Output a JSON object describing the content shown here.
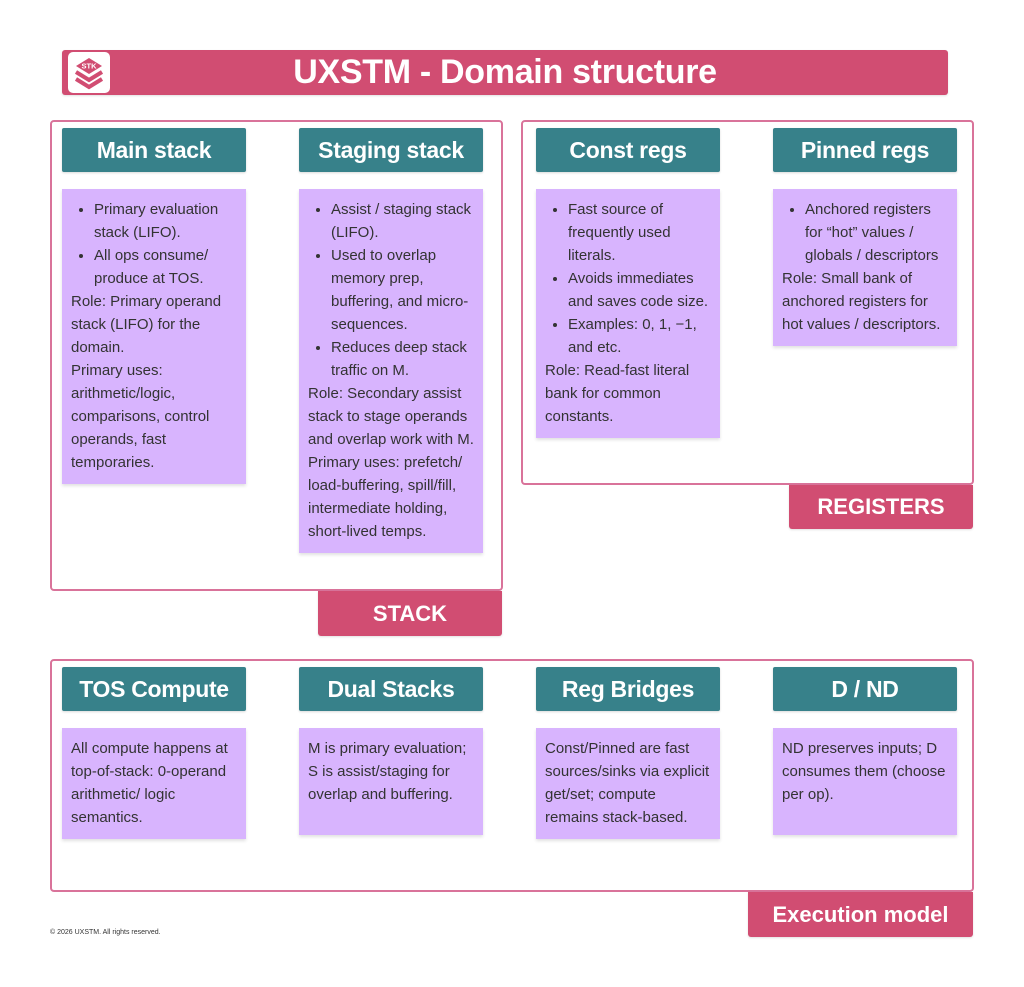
{
  "title": {
    "text": "UXSTM - Domain structure",
    "logo_text": "STK",
    "logo_icon": "stacked-layers-icon"
  },
  "colors": {
    "accent_pink": "#D14D72",
    "group_border": "#D9739A",
    "header_teal": "#37818A",
    "card_purple": "#D8B4FE",
    "text_dark": "#333333"
  },
  "groups": {
    "stack": {
      "label": "STACK",
      "columns": [
        {
          "header": "Main stack",
          "bullets": [
            "Primary evaluation stack (LIFO).",
            "All ops consume/ produce at TOS."
          ],
          "paragraphs": [
            "Role: Primary operand stack (LIFO) for the domain.",
            "Primary uses: arithmetic/logic, comparisons, control operands, fast temporaries."
          ]
        },
        {
          "header": "Staging stack",
          "bullets": [
            "Assist / staging stack (LIFO).",
            "Used to overlap memory prep, buffering, and micro-sequences.",
            "Reduces deep stack traffic on M."
          ],
          "paragraphs": [
            "Role: Secondary assist stack to stage operands and overlap work with M.",
            "Primary uses: prefetch/ load-buffering, spill/fill, intermediate holding, short-lived temps."
          ]
        }
      ]
    },
    "registers": {
      "label": "REGISTERS",
      "columns": [
        {
          "header": "Const regs",
          "bullets": [
            "Fast source of frequently used literals.",
            "Avoids immediates and saves code size.",
            "Examples: 0, 1, −1, and etc."
          ],
          "paragraphs": [
            "Role: Read-fast literal bank for common constants."
          ]
        },
        {
          "header": "Pinned regs",
          "bullets": [
            "Anchored registers for “hot” values / globals / descriptors"
          ],
          "paragraphs": [
            "Role: Small bank of anchored registers for hot values / descriptors."
          ]
        }
      ]
    },
    "execution": {
      "label": "Execution model",
      "columns": [
        {
          "header": "TOS Compute",
          "paragraphs": [
            "All compute happens at top-of-stack: 0-operand arithmetic/ logic semantics."
          ]
        },
        {
          "header": "Dual Stacks",
          "paragraphs": [
            "M is primary evaluation; S is assist/staging for overlap and buffering."
          ]
        },
        {
          "header": "Reg Bridges",
          "paragraphs": [
            "Const/Pinned are fast sources/sinks via explicit get/set; compute remains stack-based."
          ]
        },
        {
          "header": "D / ND",
          "paragraphs": [
            "ND preserves inputs; D consumes them (choose per op)."
          ]
        }
      ]
    }
  },
  "footer": {
    "copyright": "© 2026 UXSTM. All rights reserved."
  }
}
